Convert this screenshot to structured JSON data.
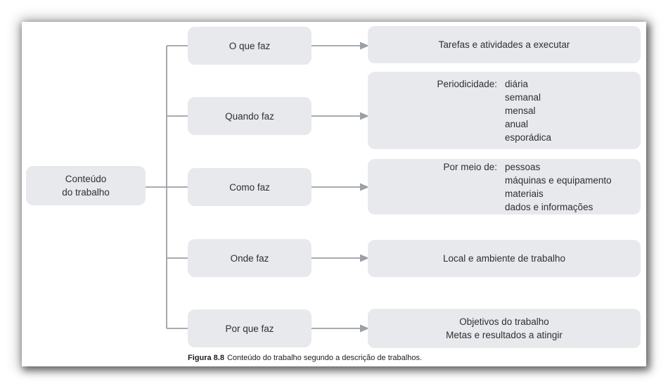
{
  "figure": {
    "root_box": {
      "line1": "Conteúdo",
      "line2": "do trabalho"
    },
    "questions": [
      "O que faz",
      "Quando faz",
      "Como faz",
      "Onde faz",
      "Por que faz"
    ],
    "answers": {
      "what": "Tarefas e atividades a executar",
      "when": {
        "label": "Periodicidade:",
        "items": [
          "diária",
          "semanal",
          "mensal",
          "anual",
          "esporádica"
        ]
      },
      "how": {
        "label": "Por meio de:",
        "items": [
          "pessoas",
          "máquinas e equipamento",
          "materiais",
          "dados e informações"
        ]
      },
      "where": "Local e ambiente de trabalho",
      "why": {
        "line1": "Objetivos do trabalho",
        "line2": "Metas e resultados a atingir"
      }
    },
    "caption": {
      "label": "Figura 8.8",
      "text": "Conteúdo do trabalho segundo a descrição de trabalhos."
    }
  },
  "colors": {
    "box_fill": "#e8e9ed",
    "line": "#9ba0a5",
    "text": "#2f2f31",
    "caption_text": "#1c1c1c"
  }
}
